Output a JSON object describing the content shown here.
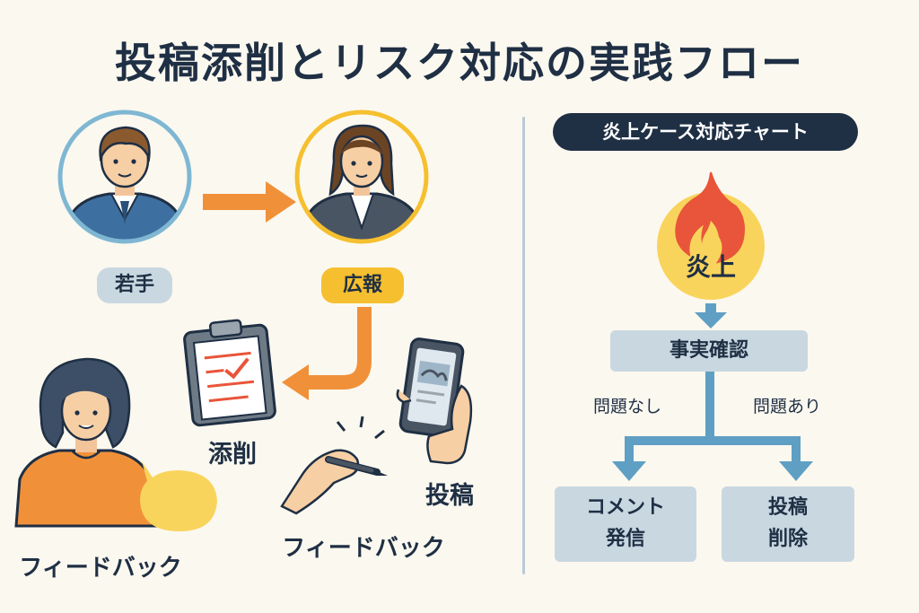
{
  "title": "投稿添削とリスク対応の実践フロー",
  "left": {
    "roles": {
      "junior": "若手",
      "pr": "広報"
    },
    "actions": {
      "correction": "添削",
      "post": "投稿",
      "feedback_pen": "フィードバック",
      "feedback_speech": "フィードバック"
    }
  },
  "right": {
    "chart_title": "炎上ケース対応チャート",
    "fire_label": "炎上",
    "fact_check": "事実確認",
    "branch_no_problem": "問題なし",
    "branch_problem": "問題あり",
    "outcome_comment_line1": "コメント",
    "outcome_comment_line2": "発信",
    "outcome_delete_line1": "投稿",
    "outcome_delete_line2": "削除"
  },
  "colors": {
    "navy": "#1f2f44",
    "orange_arrow": "#f0913a",
    "blue_arrow": "#5f9fc4",
    "yellow": "#f9d45c",
    "pill_blue": "#c9d7e1",
    "pill_yellow": "#f5bf2f",
    "fire": "#e8553a"
  },
  "icons": [
    "junior-avatar",
    "pr-avatar",
    "woman-avatar",
    "clipboard-icon",
    "smartphone-icon",
    "pen-hand-icon",
    "speech-bubble-icon",
    "fire-icon"
  ]
}
